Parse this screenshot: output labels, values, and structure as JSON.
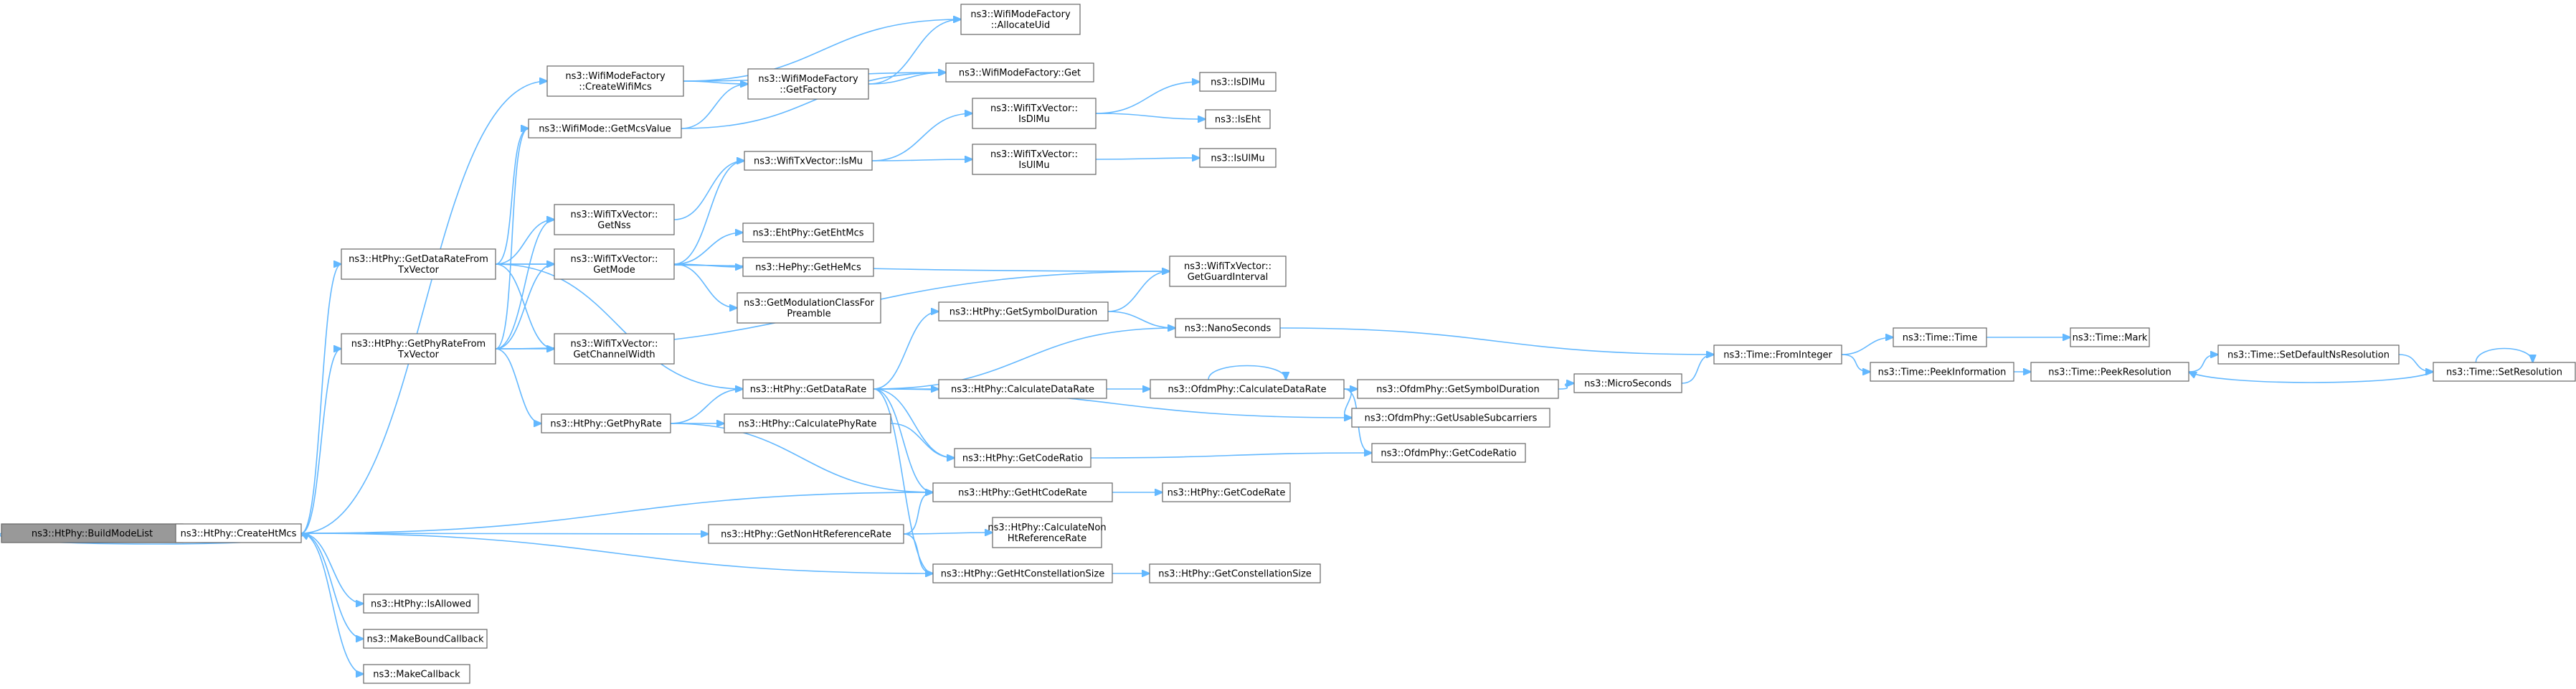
{
  "colors": {
    "edge": "#63b8ff",
    "root_fill": "#999999",
    "node_fill": "#ffffff",
    "node_border": "#666666"
  },
  "nodes": {
    "build": [
      "ns3::HtPhy::BuildModeList"
    ],
    "createHtMcs": [
      "ns3::HtPhy::CreateHtMcs"
    ],
    "getDataRateFrom": [
      "ns3::HtPhy::GetDataRateFrom",
      "TxVector"
    ],
    "getPhyRateFrom": [
      "ns3::HtPhy::GetPhyRateFrom",
      "TxVector"
    ],
    "isAllowed": [
      "ns3::HtPhy::IsAllowed"
    ],
    "makeBound": [
      "ns3::MakeBoundCallback"
    ],
    "makeCb": [
      "ns3::MakeCallback"
    ],
    "createWifiMcs": [
      "ns3::WifiModeFactory",
      "::CreateWifiMcs"
    ],
    "getMcsValue": [
      "ns3::WifiMode::GetMcsValue"
    ],
    "getNss": [
      "ns3::WifiTxVector::",
      "GetNss"
    ],
    "getMode": [
      "ns3::WifiTxVector::",
      "GetMode"
    ],
    "getChannelWidth": [
      "ns3::WifiTxVector::",
      "GetChannelWidth"
    ],
    "getPhyRate": [
      "ns3::HtPhy::GetPhyRate"
    ],
    "getFactory": [
      "ns3::WifiModeFactory",
      "::GetFactory"
    ],
    "isMuTx": [
      "ns3::WifiTxVector::IsMu"
    ],
    "getEhtMcs": [
      "ns3::EhtPhy::GetEhtMcs"
    ],
    "getHeMcs": [
      "ns3::HePhy::GetHeMcs"
    ],
    "getModClass": [
      "ns3::GetModulationClassFor",
      "Preamble"
    ],
    "getDataRate": [
      "ns3::HtPhy::GetDataRate"
    ],
    "calcPhyRate": [
      "ns3::HtPhy::CalculatePhyRate"
    ],
    "getNonHtRef": [
      "ns3::HtPhy::GetNonHtReferenceRate"
    ],
    "allocateUid": [
      "ns3::WifiModeFactory",
      "::AllocateUid"
    ],
    "factoryGet": [
      "ns3::WifiModeFactory::Get"
    ],
    "isDlMuTx": [
      "ns3::WifiTxVector::",
      "IsDlMu"
    ],
    "isUlMuTx": [
      "ns3::WifiTxVector::",
      "IsUlMu"
    ],
    "getSymbolDur": [
      "ns3::HtPhy::GetSymbolDuration"
    ],
    "calcDataRate": [
      "ns3::HtPhy::CalculateDataRate"
    ],
    "getCodeRatio": [
      "ns3::HtPhy::GetCodeRatio"
    ],
    "getHtCodeRate": [
      "ns3::HtPhy::GetHtCodeRate"
    ],
    "calcNonHt": [
      "ns3::HtPhy::CalculateNon",
      "HtReferenceRate"
    ],
    "getHtConst": [
      "ns3::HtPhy::GetHtConstellationSize"
    ],
    "isDlMu": [
      "ns3::IsDlMu"
    ],
    "isEht": [
      "ns3::IsEht"
    ],
    "isUlMu": [
      "ns3::IsUlMu"
    ],
    "guardInterval": [
      "ns3::WifiTxVector::",
      "GetGuardInterval"
    ],
    "nanoSeconds": [
      "ns3::NanoSeconds"
    ],
    "ofdmCalc": [
      "ns3::OfdmPhy::CalculateDataRate"
    ],
    "ofdmSym": [
      "ns3::OfdmPhy::GetSymbolDuration"
    ],
    "ofdmSub": [
      "ns3::OfdmPhy::GetUsableSubcarriers"
    ],
    "ofdmCode": [
      "ns3::OfdmPhy::GetCodeRatio"
    ],
    "htPhyCodeRate": [
      "ns3::HtPhy::GetCodeRate"
    ],
    "constSize": [
      "ns3::HtPhy::GetConstellationSize"
    ],
    "microSeconds": [
      "ns3::MicroSeconds"
    ],
    "fromInteger": [
      "ns3::Time::FromInteger"
    ],
    "timeTime": [
      "ns3::Time::Time"
    ],
    "peekInfo": [
      "ns3::Time::PeekInformation"
    ],
    "mark": [
      "ns3::Time::Mark"
    ],
    "peekRes": [
      "ns3::Time::PeekResolution"
    ],
    "setDefaultRes": [
      "ns3::Time::SetDefaultNsResolution"
    ],
    "setRes": [
      "ns3::Time::SetResolution"
    ]
  }
}
